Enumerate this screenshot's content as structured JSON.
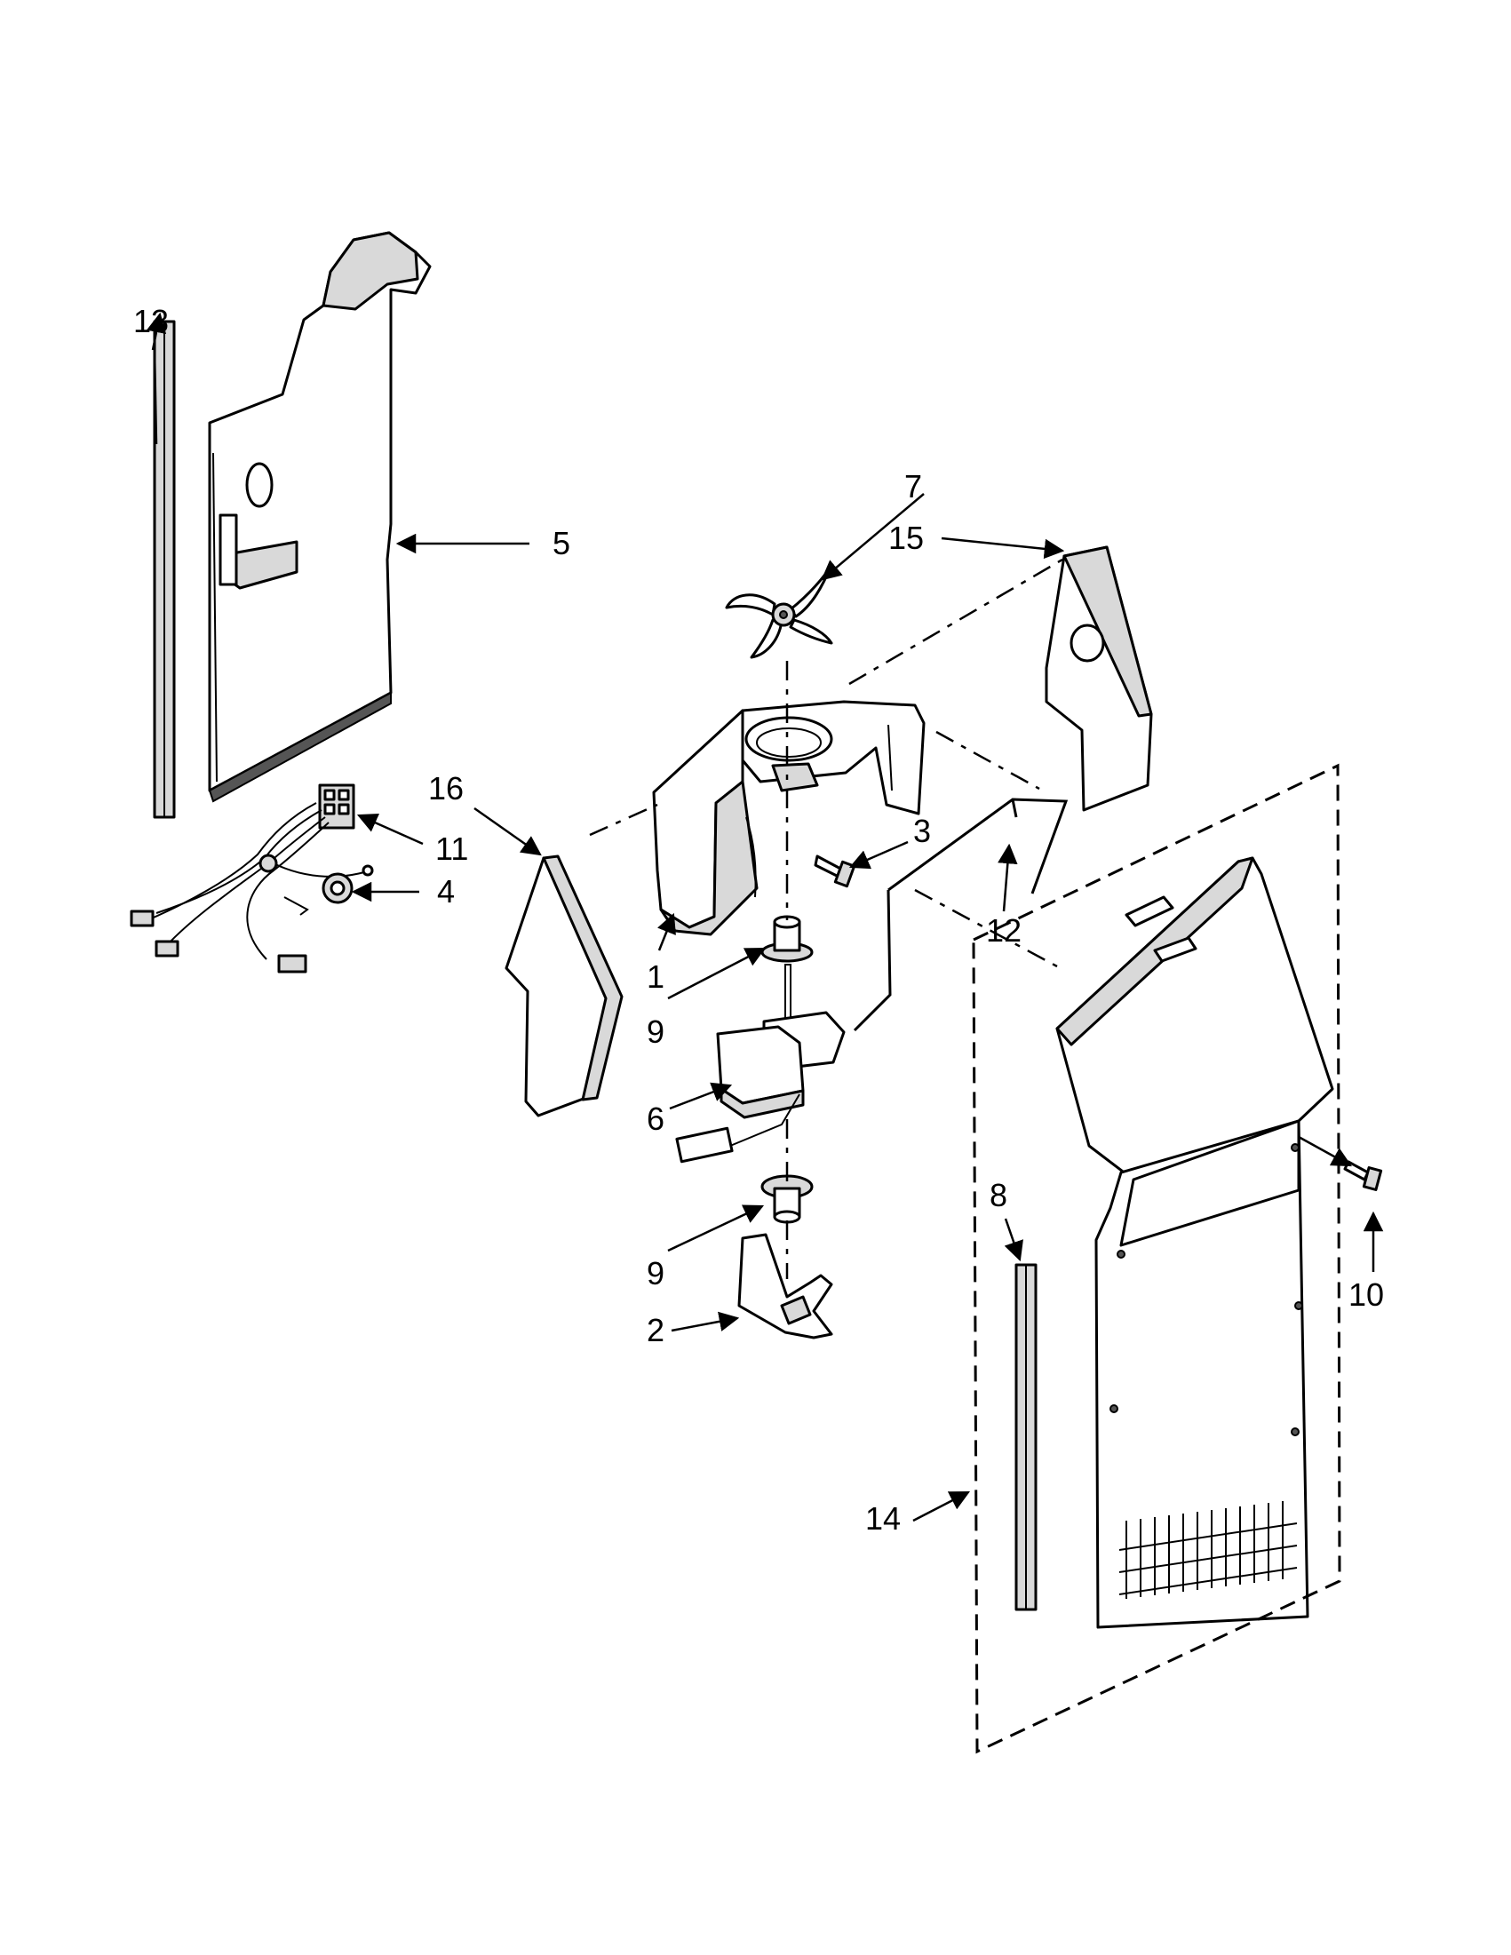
{
  "callouts": {
    "c1": "1",
    "c2": "2",
    "c3": "3",
    "c4": "4",
    "c5": "5",
    "c6": "6",
    "c7": "7",
    "c8": "8",
    "c9a": "9",
    "c9b": "9",
    "c10": "10",
    "c11": "11",
    "c12": "12",
    "c13": "13",
    "c14": "14",
    "c15": "15",
    "c16": "16"
  }
}
